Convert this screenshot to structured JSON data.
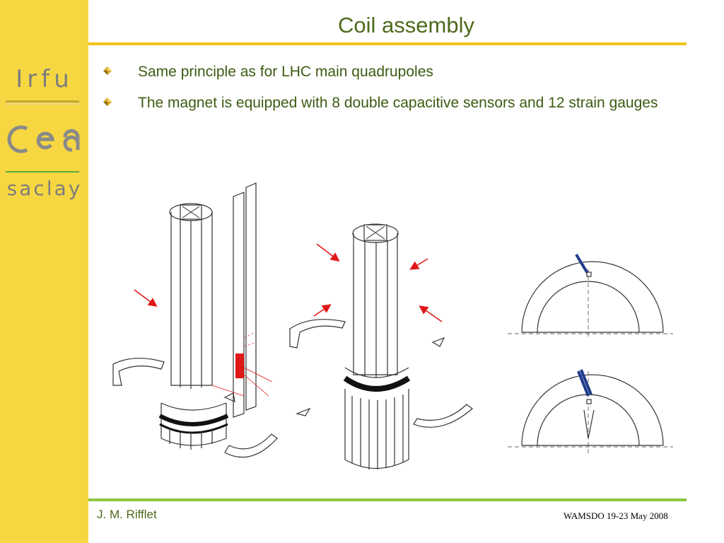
{
  "slide": {
    "title": "Coil assembly",
    "bullets": [
      {
        "text": "Same principle as for LHC main quadrupoles"
      },
      {
        "text": "The magnet is equipped with 8 double capacitive sensors and 12 strain gauges"
      }
    ],
    "footer": {
      "author": "J. M. Rifflet",
      "conference": "WAMSDO 19-23 May 2008"
    }
  },
  "logos": {
    "irfu": "Irfu",
    "cea": "cea",
    "saclay": "saclay"
  },
  "colors": {
    "sidebar": "#f6d742",
    "title_text": "#4e6a1c",
    "top_rule": "#f3c21a",
    "bottom_rule": "#8dc63f",
    "arrow": "#e01818",
    "sensor": "#1e3a8a"
  }
}
